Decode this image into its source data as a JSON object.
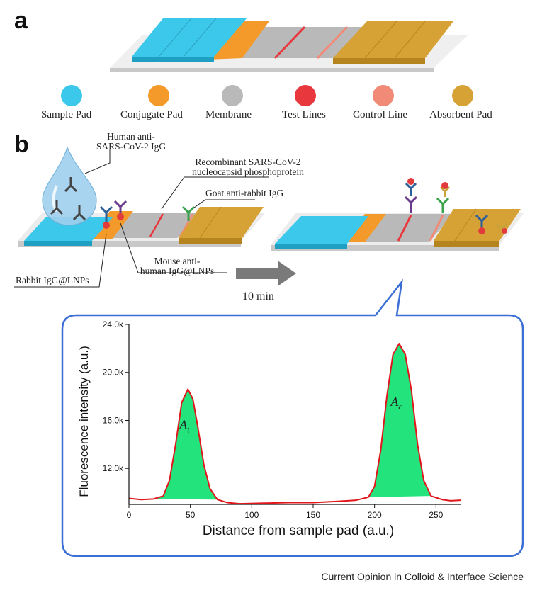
{
  "panels": {
    "a": "a",
    "b": "b"
  },
  "legend": [
    {
      "label": "Sample Pad",
      "color": "#3cc8ea"
    },
    {
      "label": "Conjugate Pad",
      "color": "#f39a2a"
    },
    {
      "label": "Membrane",
      "color": "#b9b9b9"
    },
    {
      "label": "Test Lines",
      "color": "#e8383d"
    },
    {
      "label": "Control Line",
      "color": "#f28a78"
    },
    {
      "label": "Absorbent Pad",
      "color": "#d7a235"
    }
  ],
  "callouts": {
    "human_igg": [
      "Human anti-",
      "SARS-CoV-2 IgG"
    ],
    "recombinant": [
      "Recombinant SARS-CoV-2",
      "nucleocapsid phosphoprotein"
    ],
    "goat": "Goat anti-rabbit IgG",
    "mouse": [
      "Mouse anti-",
      "human IgG@LNPs"
    ],
    "rabbit": "Rabbit IgG@LNPs"
  },
  "time_label": "10 min",
  "credit": "Current Opinion in Colloid & Interface Science",
  "chart_data": {
    "type": "line",
    "title": "",
    "xlabel": "Distance from sample pad (a.u.)",
    "ylabel": "Fluorescence intensity (a.u.)",
    "xlim": [
      0,
      270
    ],
    "ylim": [
      9000,
      24000
    ],
    "xticks": [
      "0",
      "50",
      "100",
      "150",
      "200",
      "250"
    ],
    "yticks": [
      "12.0k",
      "16.0k",
      "20.0k",
      "24.0k"
    ],
    "line_color": "#e0161b",
    "fill_color": "#22e37c",
    "series": [
      {
        "x": [
          0,
          10,
          20,
          28,
          33,
          38,
          43,
          48,
          52,
          56,
          61,
          66,
          72,
          80,
          90,
          110,
          130,
          150,
          170,
          185,
          195,
          200,
          205,
          210,
          215,
          220,
          225,
          230,
          235,
          240,
          246,
          255,
          262,
          270
        ],
        "values": [
          9500,
          9400,
          9450,
          9700,
          11000,
          14000,
          17500,
          18600,
          17800,
          15500,
          12300,
          10300,
          9400,
          9150,
          9050,
          9100,
          9150,
          9150,
          9250,
          9350,
          9600,
          10500,
          13500,
          18000,
          21500,
          22400,
          21500,
          18500,
          14000,
          11000,
          9700,
          9400,
          9300,
          9350
        ]
      }
    ],
    "peaks": [
      {
        "label": "A",
        "subscript": "t",
        "x": 48,
        "value": 18600,
        "x_range": [
          20,
          77
        ]
      },
      {
        "label": "A",
        "subscript": "c",
        "x": 220,
        "value": 22400,
        "x_range": [
          195,
          250
        ]
      }
    ]
  }
}
